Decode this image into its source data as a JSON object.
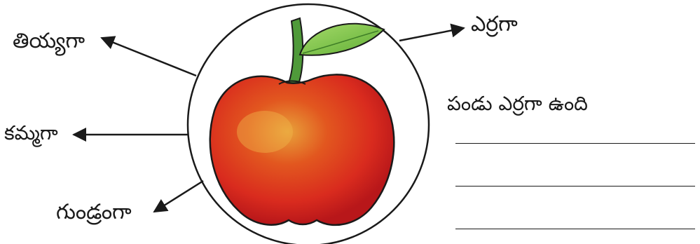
{
  "words": {
    "sweet": "తియ్యగా",
    "red": "ఎర్రగా",
    "fragrant": "కమ్మగా",
    "round": "గుండ్రంగా"
  },
  "sentence": "పండు ఎర్రగా ఉంది",
  "answer_lines": [
    "",
    "",
    ""
  ],
  "colors": {
    "apple_red": "#d92b1e",
    "apple_highlight": "#e8a23a",
    "leaf_green": "#7cc242",
    "stem_green": "#4f9a3a",
    "ink": "#1a1a1a"
  }
}
